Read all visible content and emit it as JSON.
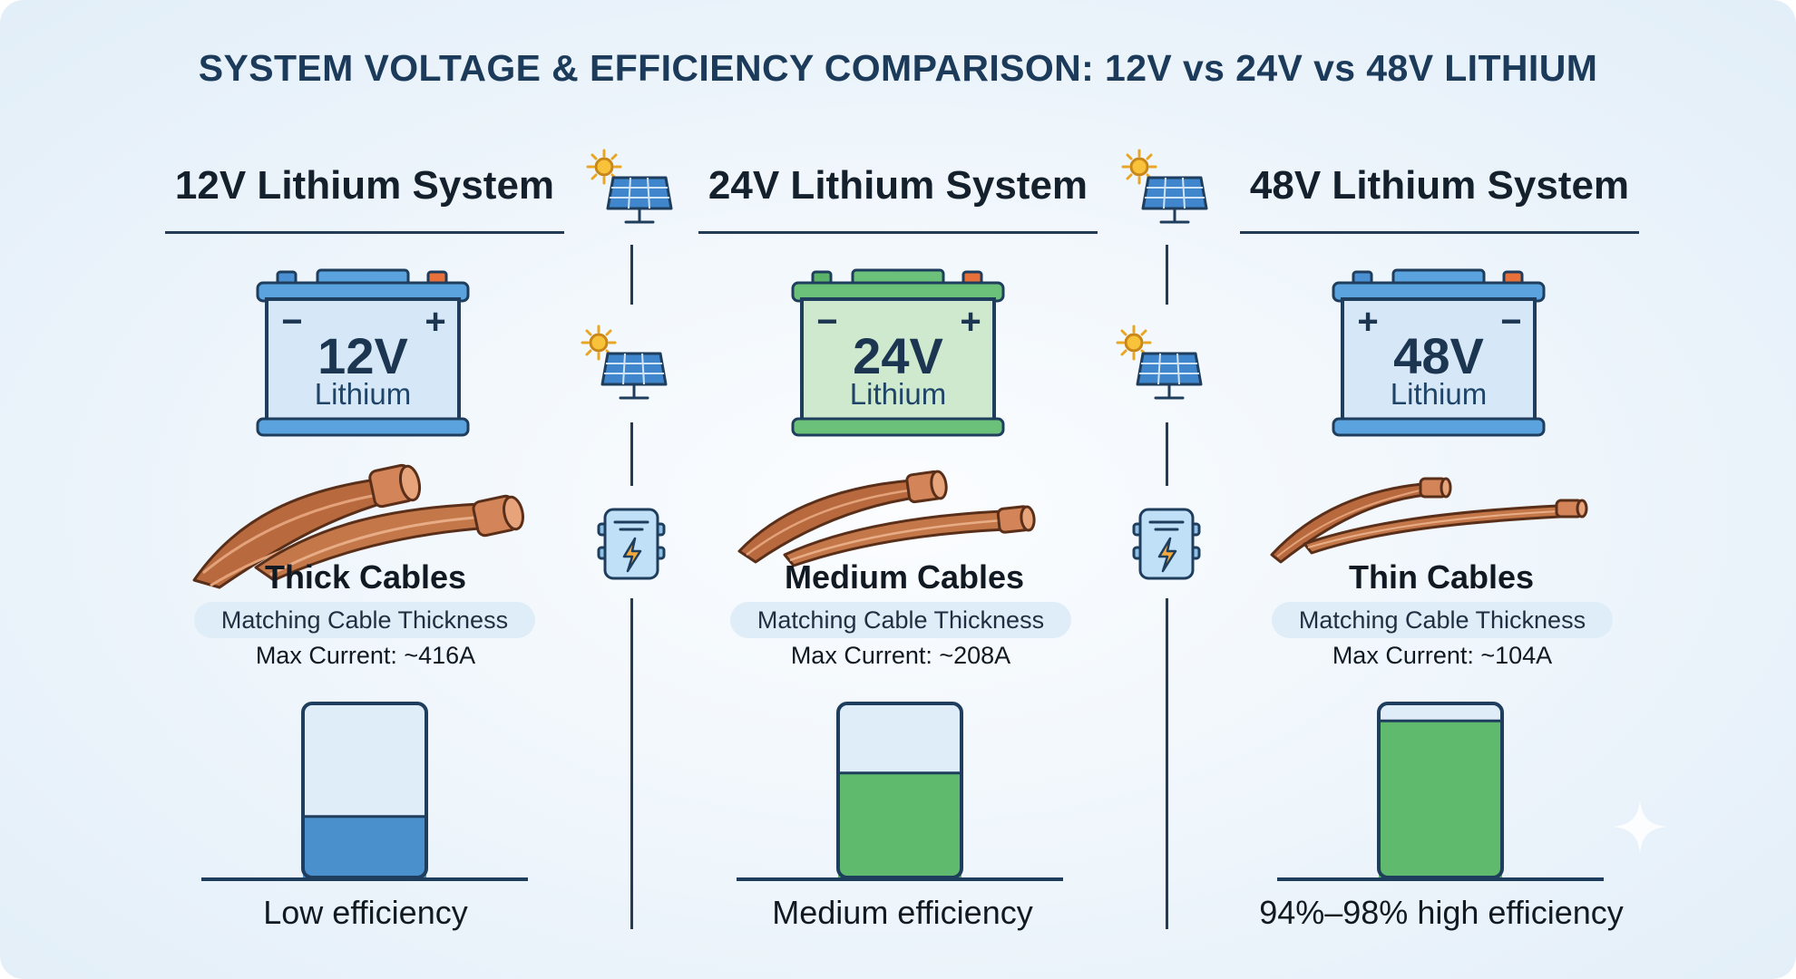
{
  "title": "SYSTEM VOLTAGE & EFFICIENCY COMPARISON: 12V vs 24V vs 48V LITHIUM",
  "systems": [
    {
      "heading": "12V Lithium System",
      "battery_voltage": "12V",
      "battery_chemistry": "Lithium",
      "battery_color": "#d6e8f7",
      "terminal_left": "−",
      "terminal_right": "+",
      "cable_label": "Thick Cables",
      "cable_note": "Matching Cable Thickness",
      "max_current": "Max Current: ~416A",
      "efficiency_fill": 0.35,
      "efficiency_color": "#4a90cc",
      "efficiency_label": "Low efficiency"
    },
    {
      "heading": "24V Lithium System",
      "battery_voltage": "24V",
      "battery_chemistry": "Lithium",
      "battery_color": "#cfe9cf",
      "terminal_left": "−",
      "terminal_right": "+",
      "cable_label": "Medium Cables",
      "cable_note": "Matching Cable Thickness",
      "max_current": "Max Current: ~208A",
      "efficiency_fill": 0.6,
      "efficiency_color": "#5fba6e",
      "efficiency_label": "Medium efficiency"
    },
    {
      "heading": "48V Lithium System",
      "battery_voltage": "48V",
      "battery_chemistry": "Lithium",
      "battery_color": "#d6e8f7",
      "terminal_left": "+",
      "terminal_right": "−",
      "cable_label": "Thin Cables",
      "cable_note": "Matching Cable Thickness",
      "max_current": "Max Current: ~104A",
      "efficiency_fill": 0.9,
      "efficiency_color": "#5fba6e",
      "efficiency_label": "94%–98% high efficiency"
    }
  ],
  "icons": {
    "solar": "solar-panel-icon",
    "controller": "charge-controller-icon",
    "sun": "sun-icon"
  }
}
